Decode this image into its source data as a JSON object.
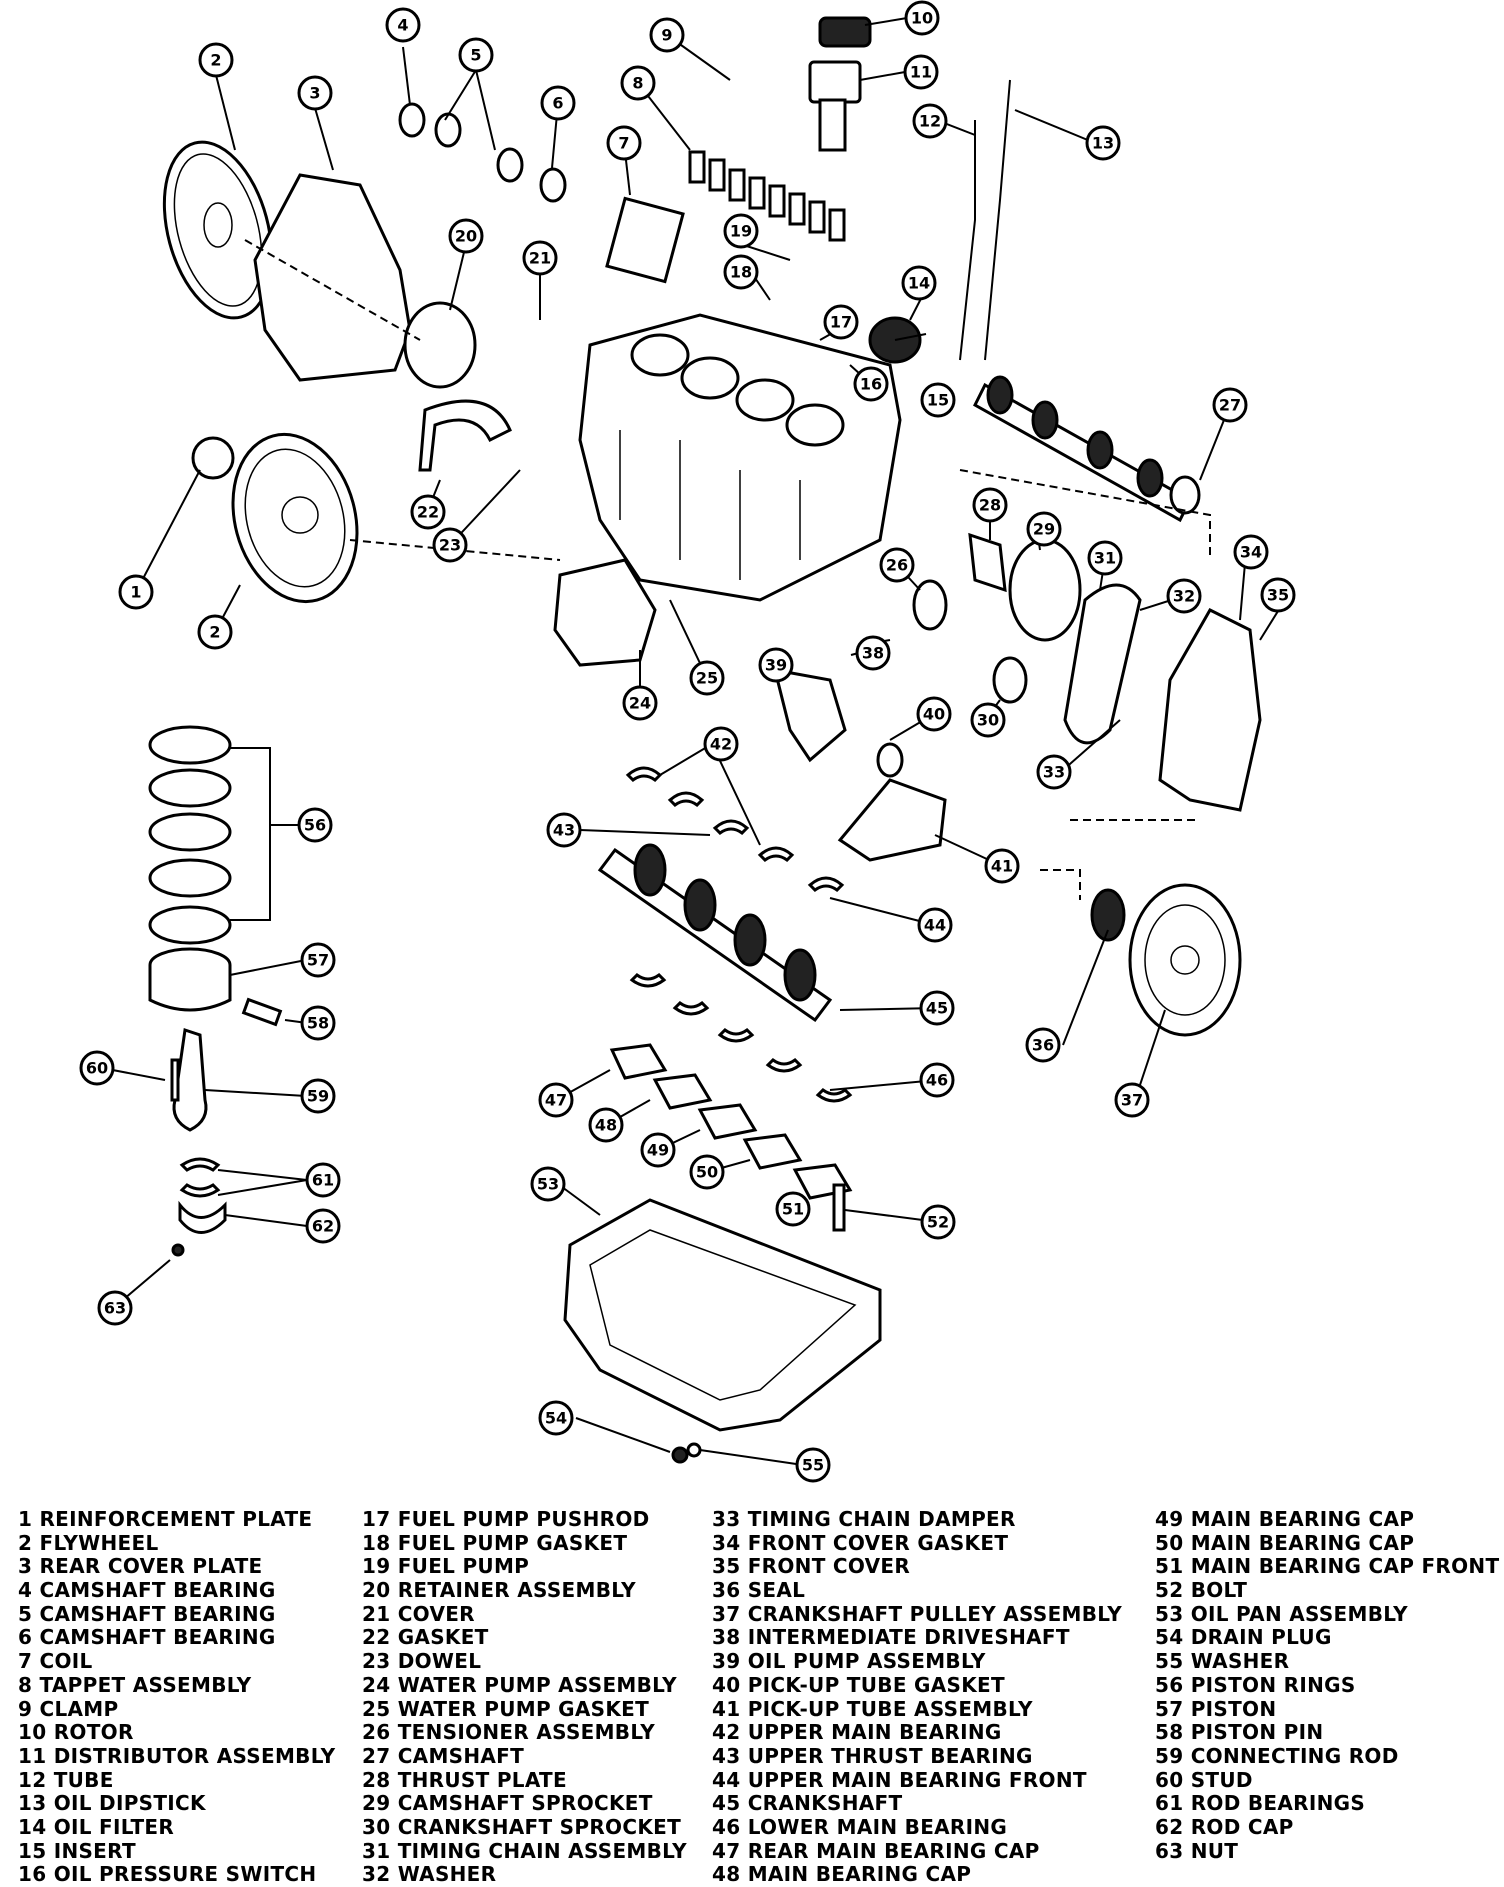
{
  "callouts": [
    "1",
    "2",
    "3",
    "4",
    "5",
    "6",
    "7",
    "8",
    "9",
    "10",
    "11",
    "12",
    "13",
    "14",
    "15",
    "16",
    "17",
    "18",
    "19",
    "20",
    "21",
    "22",
    "23",
    "24",
    "25",
    "26",
    "27",
    "28",
    "29",
    "30",
    "31",
    "32",
    "33",
    "34",
    "35",
    "36",
    "37",
    "38",
    "39",
    "40",
    "41",
    "42",
    "43",
    "44",
    "45",
    "46",
    "47",
    "48",
    "49",
    "50",
    "51",
    "52",
    "53",
    "54",
    "55",
    "56",
    "57",
    "58",
    "59",
    "60",
    "61",
    "62",
    "63"
  ],
  "legend": [
    [
      {
        "num": "1",
        "label": "REINFORCEMENT PLATE"
      },
      {
        "num": "2",
        "label": "FLYWHEEL"
      },
      {
        "num": "3",
        "label": "REAR COVER PLATE"
      },
      {
        "num": "4",
        "label": "CAMSHAFT BEARING"
      },
      {
        "num": "5",
        "label": "CAMSHAFT BEARING"
      },
      {
        "num": "6",
        "label": "CAMSHAFT BEARING"
      },
      {
        "num": "7",
        "label": "COIL"
      },
      {
        "num": "8",
        "label": "TAPPET ASSEMBLY"
      },
      {
        "num": "9",
        "label": "CLAMP"
      },
      {
        "num": "10",
        "label": "ROTOR"
      },
      {
        "num": "11",
        "label": "DISTRIBUTOR ASSEMBLY"
      },
      {
        "num": "12",
        "label": "TUBE"
      },
      {
        "num": "13",
        "label": "OIL DIPSTICK"
      },
      {
        "num": "14",
        "label": "OIL FILTER"
      },
      {
        "num": "15",
        "label": "INSERT"
      },
      {
        "num": "16",
        "label": "OIL PRESSURE SWITCH"
      }
    ],
    [
      {
        "num": "17",
        "label": "FUEL PUMP PUSHROD"
      },
      {
        "num": "18",
        "label": "FUEL PUMP GASKET"
      },
      {
        "num": "19",
        "label": "FUEL PUMP"
      },
      {
        "num": "20",
        "label": "RETAINER ASSEMBLY"
      },
      {
        "num": "21",
        "label": "COVER"
      },
      {
        "num": "22",
        "label": "GASKET"
      },
      {
        "num": "23",
        "label": "DOWEL"
      },
      {
        "num": "24",
        "label": "WATER PUMP ASSEMBLY"
      },
      {
        "num": "25",
        "label": "WATER PUMP GASKET"
      },
      {
        "num": "26",
        "label": "TENSIONER ASSEMBLY"
      },
      {
        "num": "27",
        "label": "CAMSHAFT"
      },
      {
        "num": "28",
        "label": "THRUST PLATE"
      },
      {
        "num": "29",
        "label": "CAMSHAFT SPROCKET"
      },
      {
        "num": "30",
        "label": "CRANKSHAFT SPROCKET"
      },
      {
        "num": "31",
        "label": "TIMING CHAIN ASSEMBLY"
      },
      {
        "num": "32",
        "label": "WASHER"
      }
    ],
    [
      {
        "num": "33",
        "label": "TIMING CHAIN DAMPER"
      },
      {
        "num": "34",
        "label": "FRONT COVER GASKET"
      },
      {
        "num": "35",
        "label": "FRONT COVER"
      },
      {
        "num": "36",
        "label": "SEAL"
      },
      {
        "num": "37",
        "label": "CRANKSHAFT PULLEY ASSEMBLY"
      },
      {
        "num": "38",
        "label": "INTERMEDIATE DRIVESHAFT"
      },
      {
        "num": "39",
        "label": "OIL PUMP ASSEMBLY"
      },
      {
        "num": "40",
        "label": "PICK-UP TUBE GASKET"
      },
      {
        "num": "41",
        "label": "PICK-UP TUBE ASSEMBLY"
      },
      {
        "num": "42",
        "label": "UPPER MAIN BEARING"
      },
      {
        "num": "43",
        "label": "UPPER THRUST BEARING"
      },
      {
        "num": "44",
        "label": "UPPER MAIN BEARING FRONT"
      },
      {
        "num": "45",
        "label": "CRANKSHAFT"
      },
      {
        "num": "46",
        "label": "LOWER MAIN BEARING"
      },
      {
        "num": "47",
        "label": "REAR MAIN BEARING CAP"
      },
      {
        "num": "48",
        "label": "MAIN BEARING CAP"
      }
    ],
    [
      {
        "num": "49",
        "label": "MAIN BEARING  CAP"
      },
      {
        "num": "50",
        "label": "MAIN BEARING CAP"
      },
      {
        "num": "51",
        "label": "MAIN BEARING CAP FRONT"
      },
      {
        "num": "52",
        "label": "BOLT"
      },
      {
        "num": "53",
        "label": "OIL PAN ASSEMBLY"
      },
      {
        "num": "54",
        "label": "DRAIN PLUG"
      },
      {
        "num": "55",
        "label": "WASHER"
      },
      {
        "num": "56",
        "label": "PISTON RINGS"
      },
      {
        "num": "57",
        "label": "PISTON"
      },
      {
        "num": "58",
        "label": "PISTON PIN"
      },
      {
        "num": "59",
        "label": "CONNECTING ROD"
      },
      {
        "num": "60",
        "label": "STUD"
      },
      {
        "num": "61",
        "label": "ROD BEARINGS"
      },
      {
        "num": "62",
        "label": "ROD CAP"
      },
      {
        "num": "63",
        "label": "NUT"
      }
    ]
  ]
}
